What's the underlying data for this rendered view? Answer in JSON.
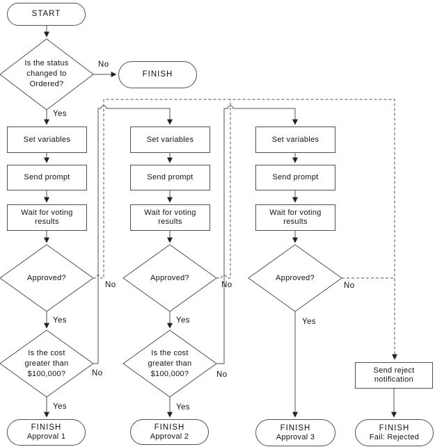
{
  "colors": {
    "line": "#4f4f4f",
    "arrowhead": "#222222",
    "text": "#111111",
    "background": "#ffffff"
  },
  "labels": {
    "yes": "Yes",
    "no": "No"
  },
  "start": {
    "label": "START"
  },
  "status_decision": {
    "line1": "Is the status",
    "line2": "changed to",
    "line3": "Ordered?"
  },
  "finish_top": {
    "label": "FINISH"
  },
  "approvals": [
    {
      "set_variables": "Set variables",
      "send_prompt": "Send prompt",
      "wait_line1": "Wait for voting",
      "wait_line2": "results",
      "approved": "Approved?",
      "cost_line1": "Is the cost",
      "cost_line2": "greater than",
      "cost_line3": "$100,000?",
      "finish_line1": "FINISH",
      "finish_line2": "Approval 1"
    },
    {
      "set_variables": "Set variables",
      "send_prompt": "Send prompt",
      "wait_line1": "Wait for voting",
      "wait_line2": "results",
      "approved": "Approved?",
      "cost_line1": "Is the cost",
      "cost_line2": "greater than",
      "cost_line3": "$100,000?",
      "finish_line1": "FINISH",
      "finish_line2": "Approval 2"
    },
    {
      "set_variables": "Set variables",
      "send_prompt": "Send prompt",
      "wait_line1": "Wait for voting",
      "wait_line2": "results",
      "approved": "Approved?",
      "finish_line1": "FINISH",
      "finish_line2": "Approval 3"
    }
  ],
  "reject": {
    "line1": "Send reject",
    "line2": "notification"
  },
  "finish_fail": {
    "line1": "FINISH",
    "line2": "Fail: Rejected"
  }
}
